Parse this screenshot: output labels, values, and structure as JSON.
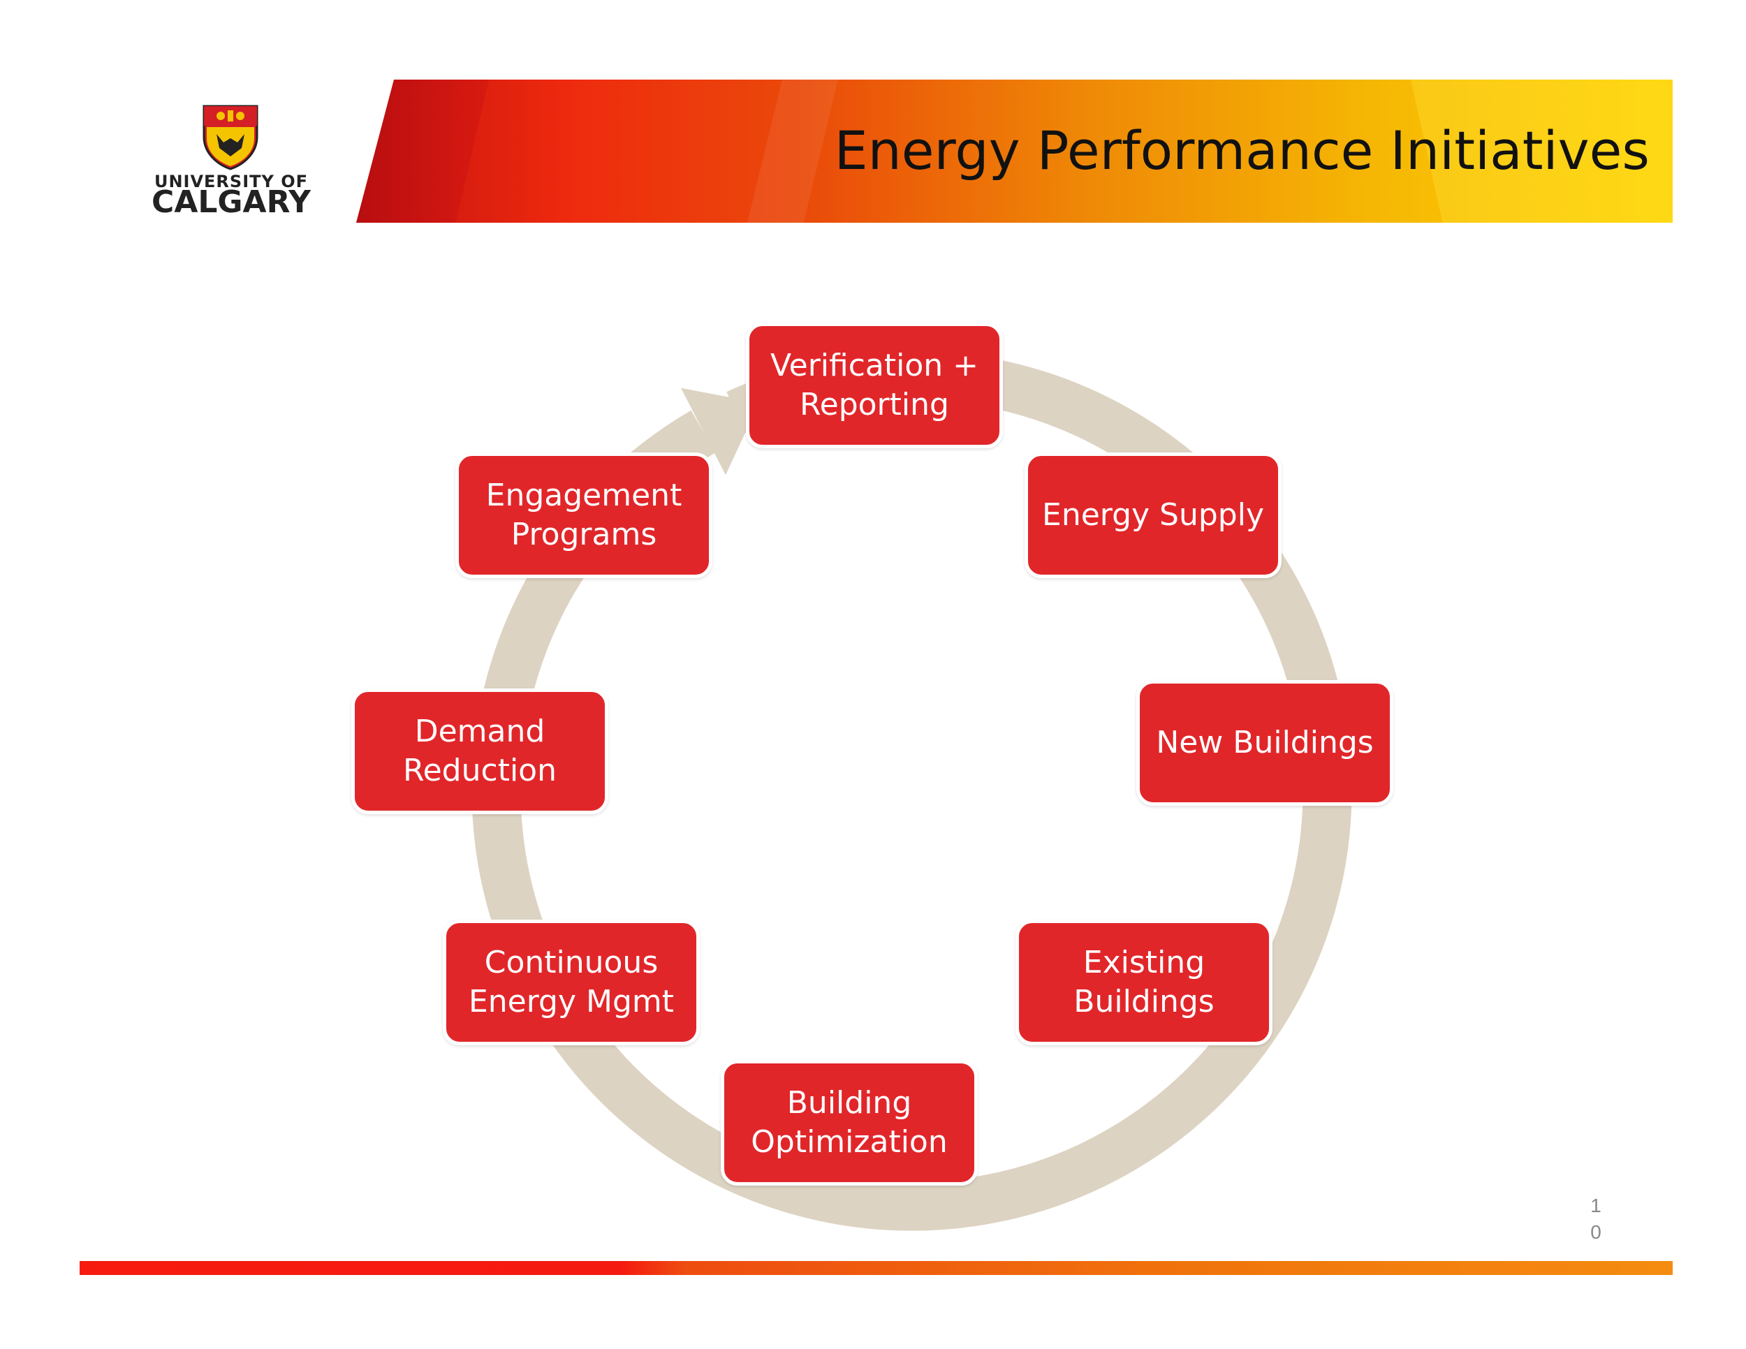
{
  "header": {
    "title": "Energy Performance Initiatives"
  },
  "logo": {
    "line1": "UNIVERSITY OF",
    "line2": "CALGARY"
  },
  "cycle": {
    "nodes": [
      {
        "id": "verification",
        "label": "Verification +\nReporting"
      },
      {
        "id": "energy-supply",
        "label": "Energy Supply"
      },
      {
        "id": "new-buildings",
        "label": "New Buildings"
      },
      {
        "id": "existing-buildings",
        "label": "Existing\nBuildings"
      },
      {
        "id": "building-optimization",
        "label": "Building\nOptimization"
      },
      {
        "id": "continuous-energy",
        "label": "Continuous\nEnergy Mgmt"
      },
      {
        "id": "demand-reduction",
        "label": "Demand\nReduction"
      },
      {
        "id": "engagement",
        "label": "Engagement\nPrograms"
      }
    ],
    "colors": {
      "node": "#e1262a",
      "ring": "#ddd3c2"
    }
  },
  "footer": {
    "page_number": "1\n0"
  }
}
